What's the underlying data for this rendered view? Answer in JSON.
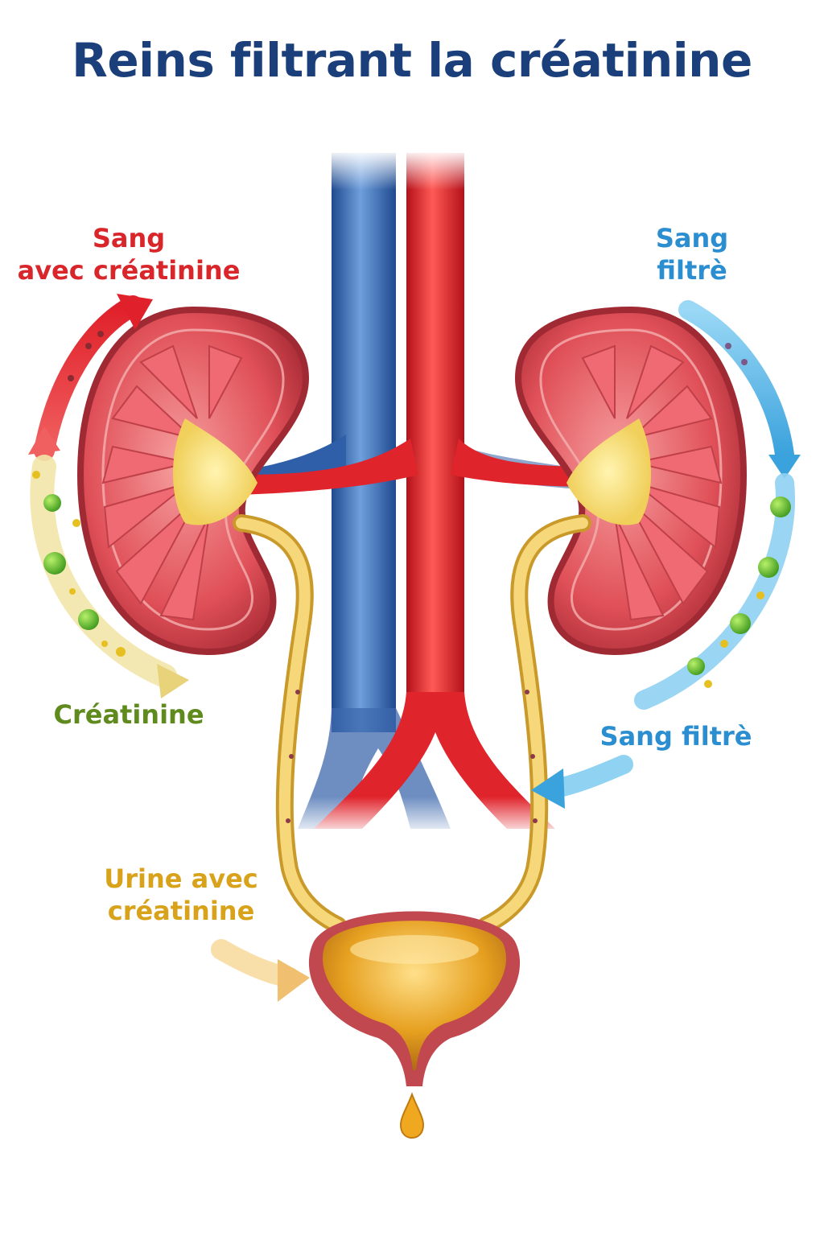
{
  "title": "Reins filtrant la créatinine",
  "labels": {
    "sang_avec": [
      "Sang",
      "avec créatinine"
    ],
    "sang_filtre_top": [
      "Sang",
      "filtrè"
    ],
    "creatinine": "Créatinine",
    "sang_filtre_bottom": "Sang filtrè",
    "urine": [
      "Urine avec",
      "créatinine"
    ]
  },
  "colors": {
    "title": "#1b3f7a",
    "blood_red": "#d9262b",
    "vein_blue": "#2f5fa8",
    "filtered_blue": "#2a8ed0",
    "creatinine_green": "#5f8a1e",
    "urine_gold": "#d9a21b",
    "kidney_pink": "#e0505a"
  },
  "icons": {
    "particles": "creatinine-particle-icon",
    "drop": "urine-drop-icon"
  }
}
